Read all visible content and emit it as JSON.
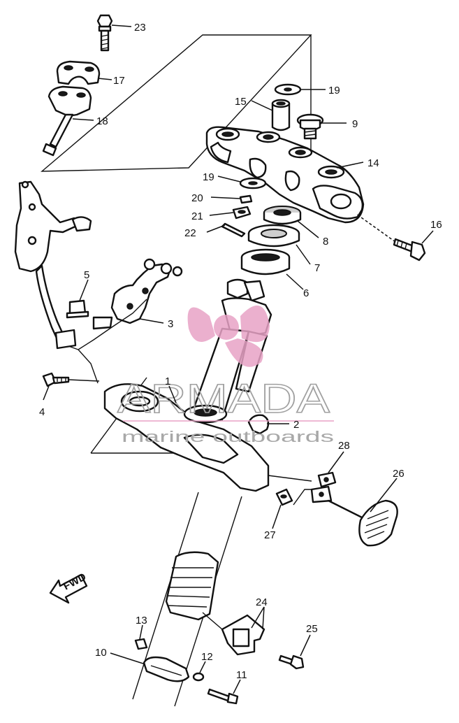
{
  "watermark": {
    "brand": "ARMADA",
    "tagline": "marine outboards",
    "brand_color": "#e8a2c6"
  },
  "direction_arrow": {
    "label": "FWD"
  },
  "callouts": [
    "23",
    "17",
    "18",
    "19",
    "15",
    "9",
    "14",
    "19",
    "20",
    "21",
    "22",
    "8",
    "7",
    "16",
    "6",
    "5",
    "3",
    "1",
    "2",
    "4",
    "28",
    "26",
    "27",
    "24",
    "13",
    "25",
    "10",
    "12",
    "11"
  ]
}
